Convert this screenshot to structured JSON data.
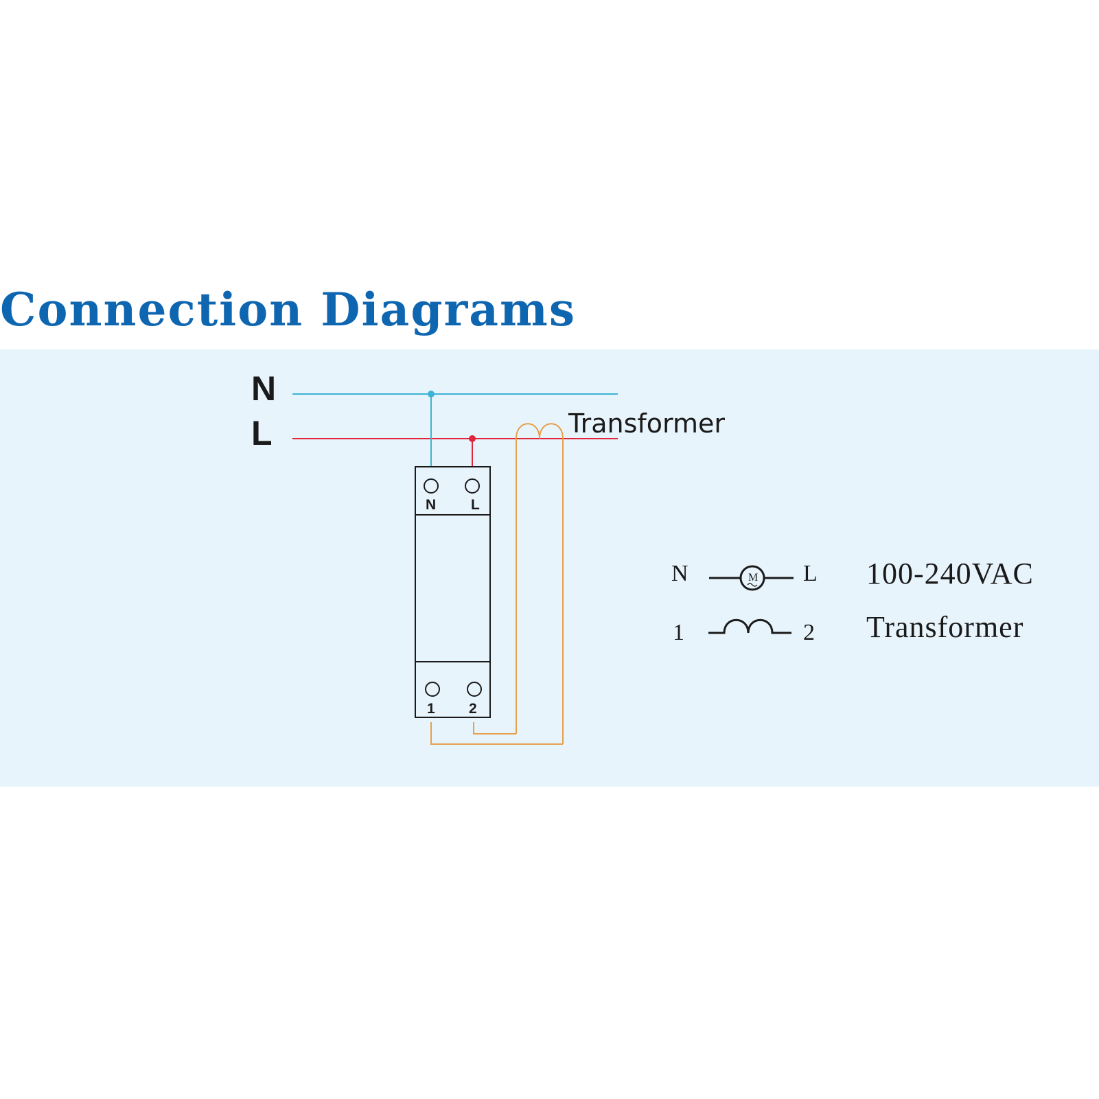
{
  "title": "Connection Diagrams",
  "bus": {
    "neutral_label": "N",
    "line_label": "L"
  },
  "transformer_label": "Transformer",
  "device": {
    "top_terminals": [
      "N",
      "L"
    ],
    "bottom_terminals": [
      "1",
      "2"
    ]
  },
  "legend": [
    {
      "pin_left": "N",
      "pin_right": "L",
      "symbol": "motor-icon",
      "motor_letter": "M",
      "description": "100-240VAC"
    },
    {
      "pin_left": "1",
      "pin_right": "2",
      "symbol": "coil-icon",
      "description": "Transformer"
    }
  ],
  "colors": {
    "title": "#0f66b0",
    "panel_background": "#e8f4fc",
    "neutral_wire": "#3bb4d4",
    "line_wire": "#e0263a",
    "transformer_wire": "#e6a04a",
    "outline": "#1a1a1a"
  }
}
